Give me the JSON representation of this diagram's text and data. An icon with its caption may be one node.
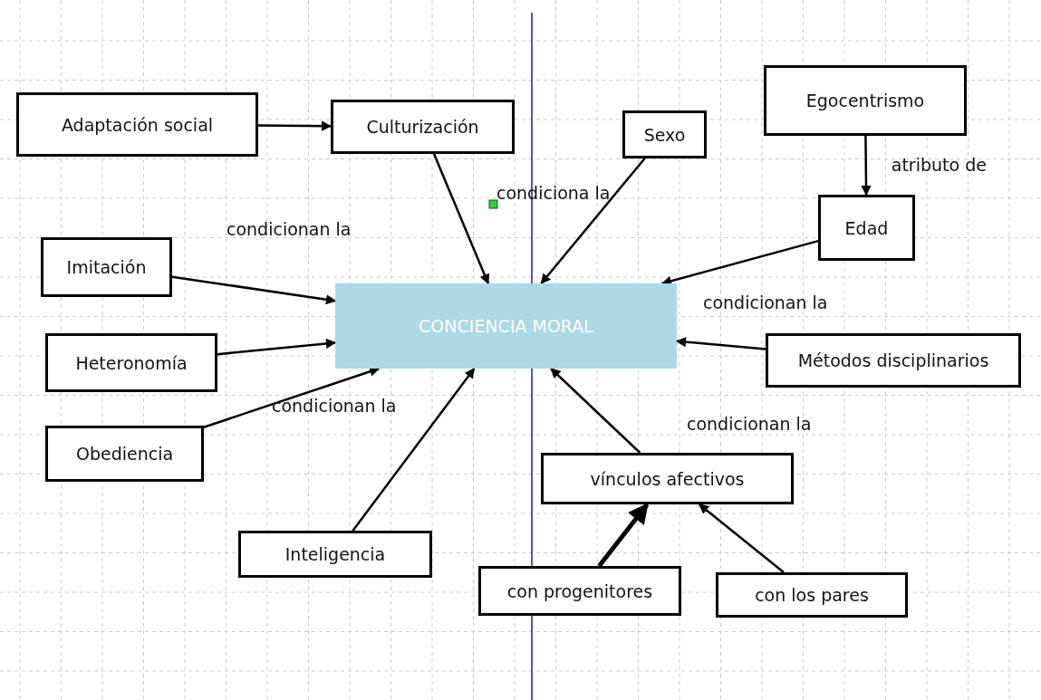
{
  "diagram": {
    "nodes": [
      {
        "text": [
          "Adaptación social"
        ]
      },
      {
        "text": [
          "Culturización"
        ]
      },
      {
        "text": [
          "Sexo"
        ]
      },
      {
        "text": [
          "Egocentrismo"
        ]
      },
      {
        "text": [
          "Edad"
        ]
      },
      {
        "text": [
          "Imitación"
        ]
      },
      {
        "text": [
          "CONCIENCIA MORAL"
        ]
      },
      {
        "text": [
          "Heteronomía"
        ]
      },
      {
        "text": [
          "Métodos disciplinarios"
        ]
      },
      {
        "text": [
          "Obediencia"
        ]
      },
      {
        "text": [
          "vínculos afectivos"
        ]
      },
      {
        "text": [
          "Inteligencia"
        ]
      },
      {
        "text": [
          "con progenitores"
        ]
      },
      {
        "text": [
          "con los pares"
        ]
      }
    ],
    "edges": [
      {
        "from": 0,
        "to": 1,
        "arrow": "to"
      },
      {
        "from": 1,
        "to": 6,
        "arrow": "to"
      },
      {
        "from": 2,
        "to": 6,
        "arrow": "to"
      },
      {
        "from": 3,
        "to": 4,
        "arrow": "to",
        "label": "atributo de"
      },
      {
        "from": 4,
        "to": 6,
        "arrow": "to"
      },
      {
        "from": 5,
        "to": 6,
        "arrow": "to"
      },
      {
        "from": 7,
        "to": 6,
        "arrow": "to"
      },
      {
        "from": 9,
        "to": 6,
        "arrow": "to"
      },
      {
        "from": 11,
        "to": 6,
        "arrow": "to"
      },
      {
        "from": 8,
        "to": 6,
        "arrow": "to"
      },
      {
        "from": 10,
        "to": 6,
        "arrow": "to"
      },
      {
        "from": 12,
        "to": 10,
        "arrow": "to",
        "style": "thick"
      },
      {
        "from": 13,
        "to": 10,
        "arrow": "to"
      }
    ],
    "labels": [
      "condiciona la",
      "condicionan la",
      "condicionan la",
      "condicionan la",
      "condicionan la"
    ]
  }
}
